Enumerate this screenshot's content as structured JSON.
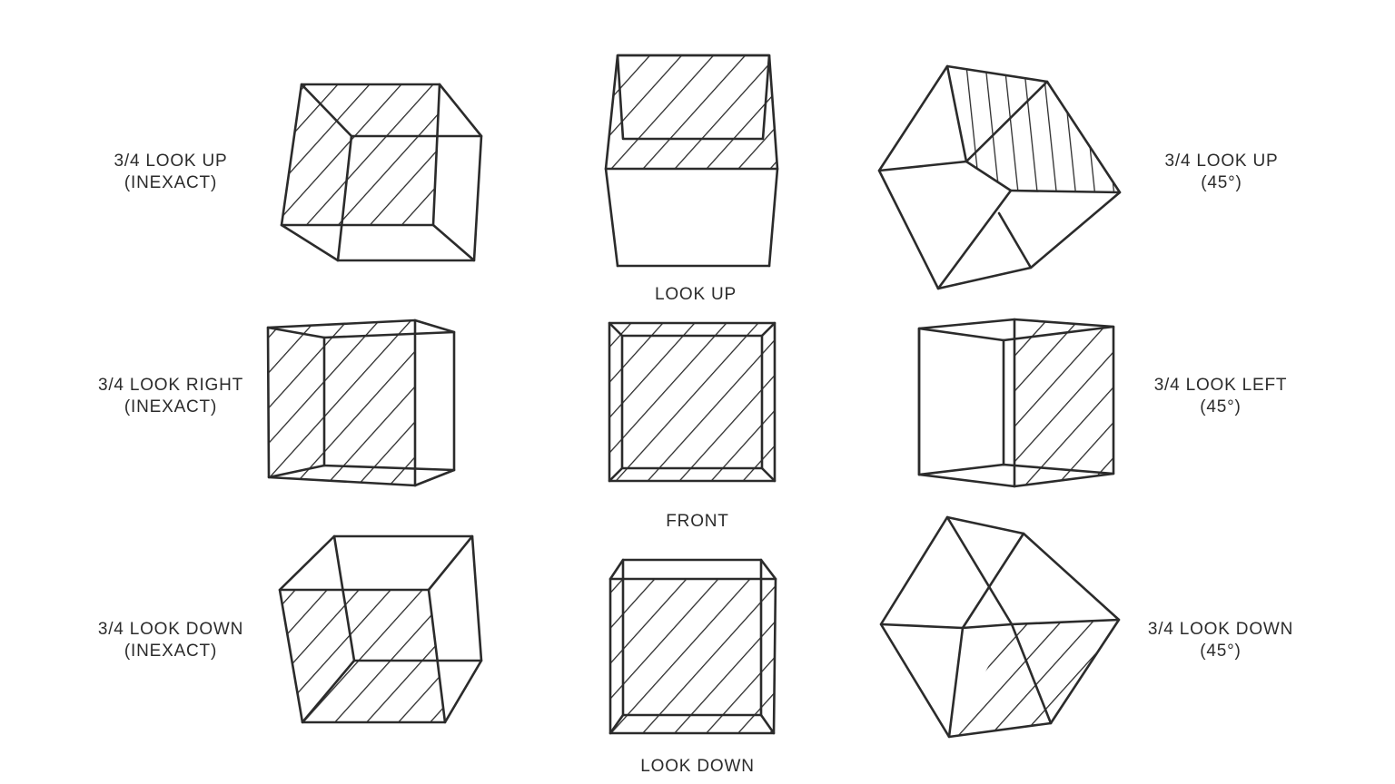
{
  "labels": {
    "three_quarter_look_up_inexact": {
      "line1": "3/4 LOOK UP",
      "line2": "(INEXACT)"
    },
    "look_up": {
      "line1": "LOOK UP"
    },
    "three_quarter_look_up_45": {
      "line1": "3/4 LOOK UP",
      "line2": "(45°)"
    },
    "three_quarter_look_right_inexact": {
      "line1": "3/4 LOOK RIGHT",
      "line2": "(INEXACT)"
    },
    "front": {
      "line1": "FRONT"
    },
    "three_quarter_look_left_45": {
      "line1": "3/4 LOOK LEFT",
      "line2": "(45°)"
    },
    "three_quarter_look_down_inexact": {
      "line1": "3/4 LOOK DOWN",
      "line2": "(INEXACT)"
    },
    "look_down": {
      "line1": "LOOK DOWN"
    },
    "three_quarter_look_down_45": {
      "line1": "3/4 LOOK DOWN",
      "line2": "(45°)"
    }
  },
  "colors": {
    "background": "#ffffff",
    "ink": "#2b2b2b"
  }
}
